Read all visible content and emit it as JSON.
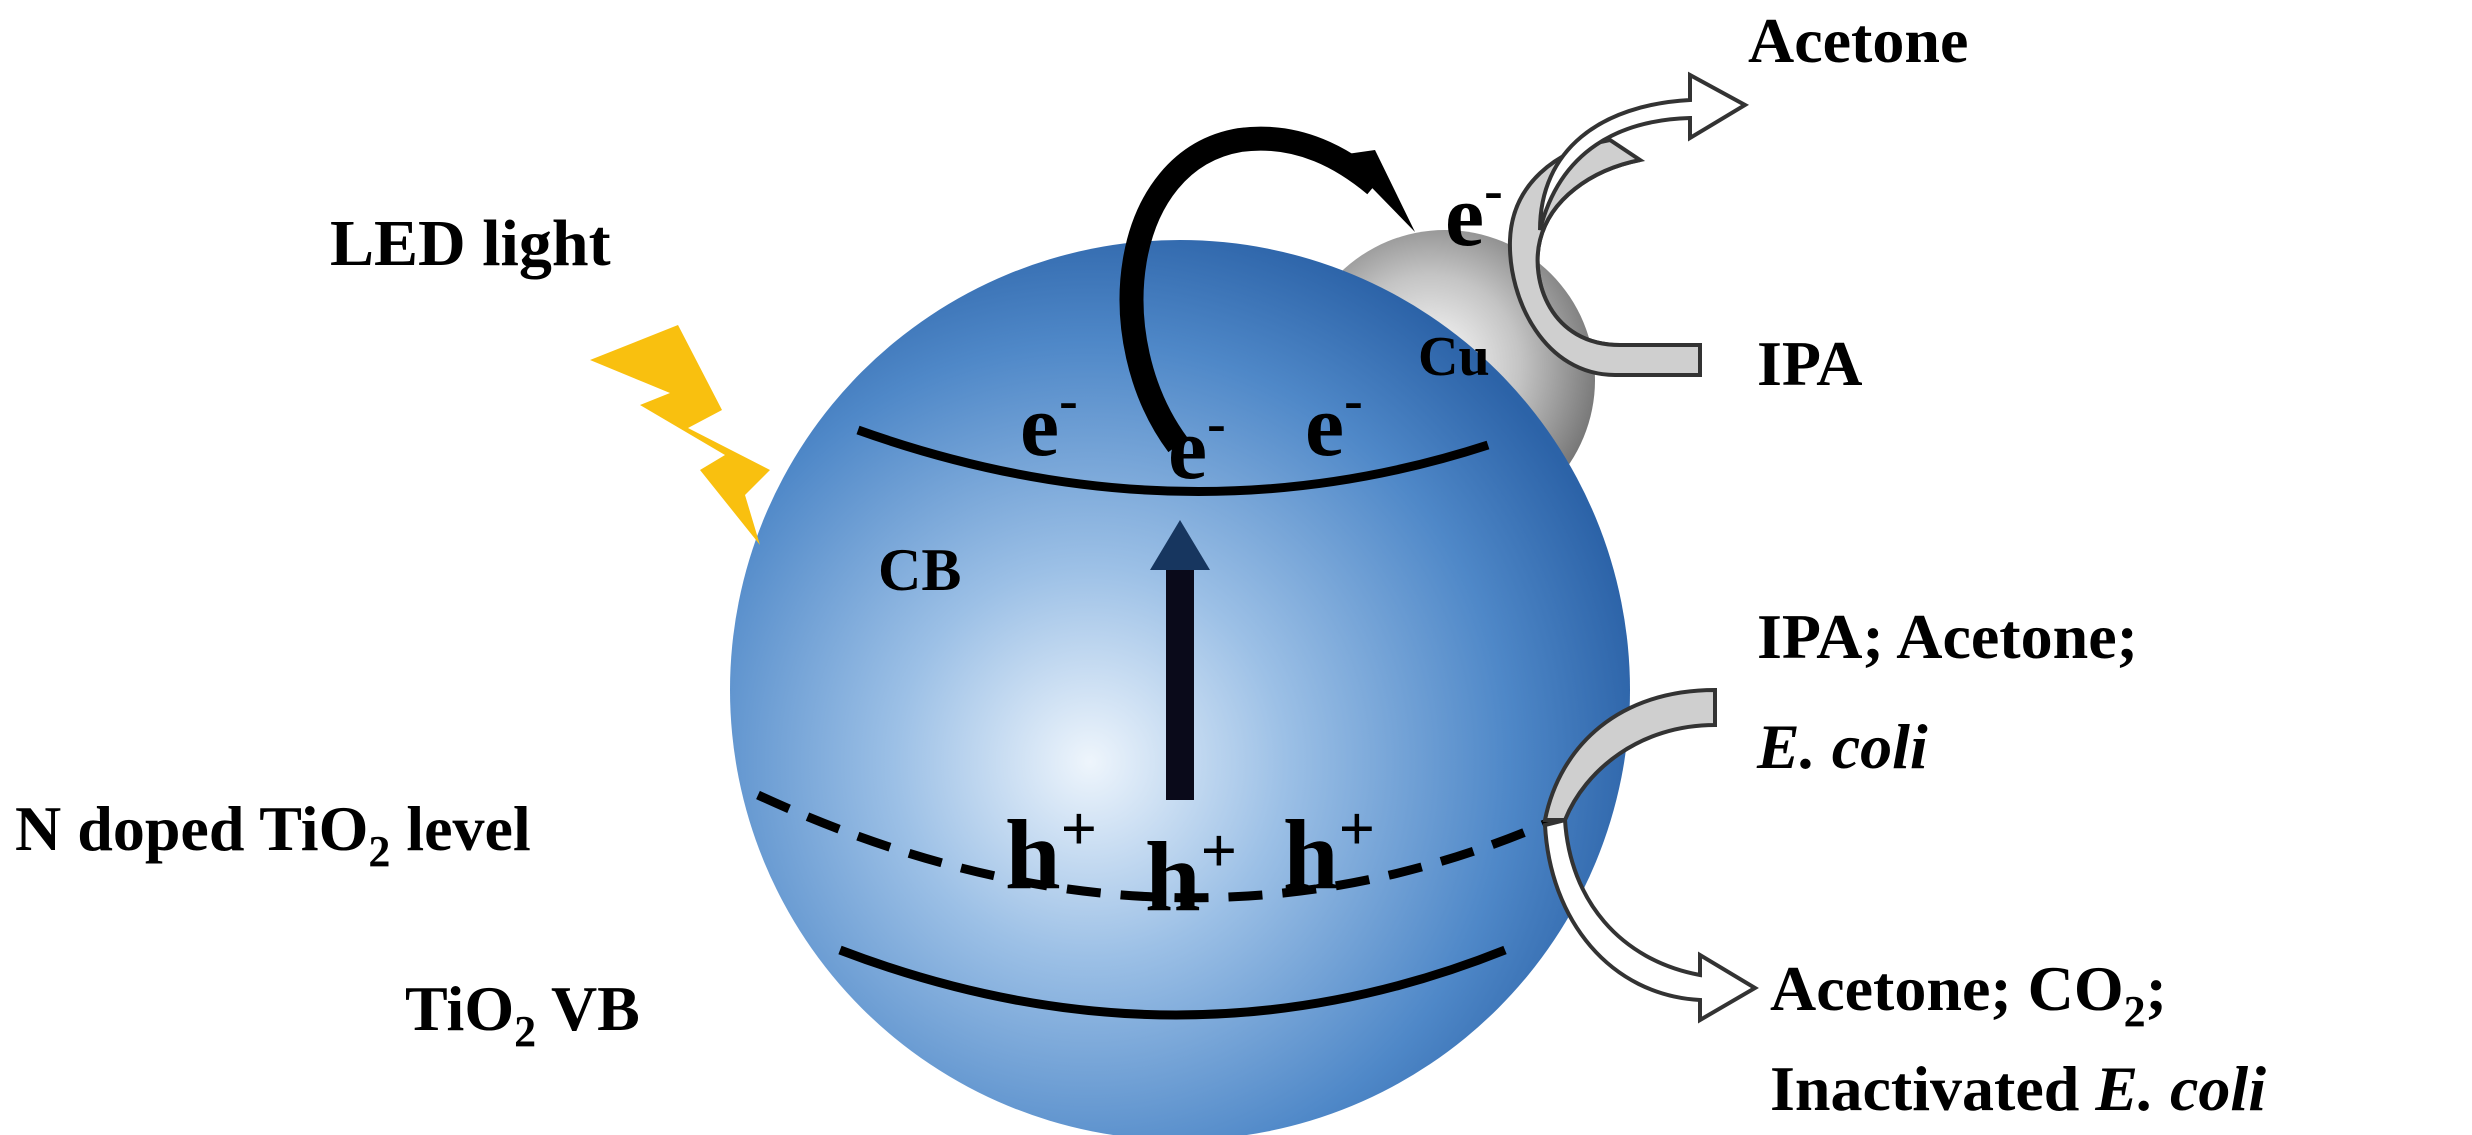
{
  "labels": {
    "led_light": "LED light",
    "cb": "CB",
    "cu": "Cu",
    "electron": "e",
    "minus": "-",
    "hole": "h",
    "plus": "+",
    "n_doped_prefix": "N doped TiO",
    "n_doped_suffix": " level",
    "tio2_vb_prefix": "TiO",
    "tio2_vb_suffix": " VB",
    "subscript_2": "2"
  },
  "reaction_top": {
    "reactant": "IPA",
    "product": "Acetone"
  },
  "reaction_bottom": {
    "reactants_line1": "IPA;  Acetone;",
    "reactants_line2": "E. coli",
    "products_line1_a": "Acetone; CO",
    "products_line1_b": ";",
    "products_line2_a": "Inactivated ",
    "products_line2_b": "E. coli"
  },
  "colors": {
    "sphere_center": "#e6f0fa",
    "sphere_edge": "#2f6db2",
    "lightning": "#f9c00f",
    "cu_sphere": "#9a9a9a",
    "gray_arrow": "#d0d0d0"
  }
}
